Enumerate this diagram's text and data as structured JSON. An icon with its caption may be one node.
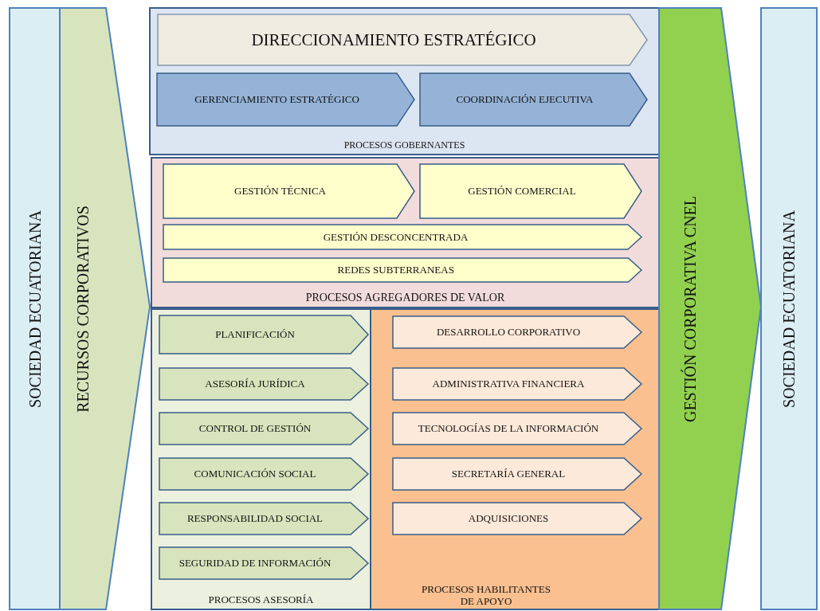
{
  "diagram": {
    "nodes": [
      {
        "text": [
          "SOCIEDAD ECUATORIANA"
        ]
      },
      {
        "text": [
          "RECURSOS CORPORATIVOS"
        ]
      },
      {
        "text": [
          "PROCESOS GOBERNANTES"
        ]
      },
      {
        "text": [
          "DIRECCIONAMIENTO ESTRATÉGICO"
        ],
        "in": 2
      },
      {
        "text": [
          "GERENCIAMIENTO ESTRATÉGICO"
        ],
        "in": 2
      },
      {
        "text": [
          "COORDINACIÓN EJECUTIVA"
        ],
        "in": 2
      },
      {
        "text": [
          "PROCESOS AGREGADORES DE VALOR"
        ]
      },
      {
        "text": [
          "GESTIÓN TÉCNICA"
        ],
        "in": 6
      },
      {
        "text": [
          "GESTIÓN COMERCIAL"
        ],
        "in": 6
      },
      {
        "text": [
          "GESTIÓN DESCONCENTRADA"
        ],
        "in": 6
      },
      {
        "text": [
          "REDES SUBTERRANEAS"
        ],
        "in": 6
      },
      {
        "text": [
          "PROCESOS ASESORÍA"
        ]
      },
      {
        "text": [
          "PLANIFICACIÓN"
        ],
        "in": 11
      },
      {
        "text": [
          "ASESORÍA JURÍDICA"
        ],
        "in": 11
      },
      {
        "text": [
          "CONTROL DE GESTIÓN"
        ],
        "in": 11
      },
      {
        "text": [
          "COMUNICACIÓN SOCIAL"
        ],
        "in": 11
      },
      {
        "text": [
          "RESPONSABILIDAD SOCIAL"
        ],
        "in": 11
      },
      {
        "text": [
          "SEGURIDAD DE INFORMACIÓN"
        ],
        "in": 11
      },
      {
        "text": [
          "PROCESOS HABILITANTES DE APOYO"
        ]
      },
      {
        "text": [
          "DESARROLLO CORPORATIVO"
        ],
        "in": 18
      },
      {
        "text": [
          "ADMINISTRATIVA FINANCIERA"
        ],
        "in": 18
      },
      {
        "text": [
          "TECNOLOGÍAS DE LA INFORMACIÓN"
        ],
        "in": 18
      },
      {
        "text": [
          "SECRETARÍA GENERAL"
        ],
        "in": 18
      },
      {
        "text": [
          "ADQUISICIONES"
        ],
        "in": 18
      },
      {
        "text": [
          "GESTIÓN CORPORATIVA CNEL"
        ]
      },
      {
        "text": [
          "SOCIEDAD ECUATORIANA"
        ]
      }
    ]
  }
}
